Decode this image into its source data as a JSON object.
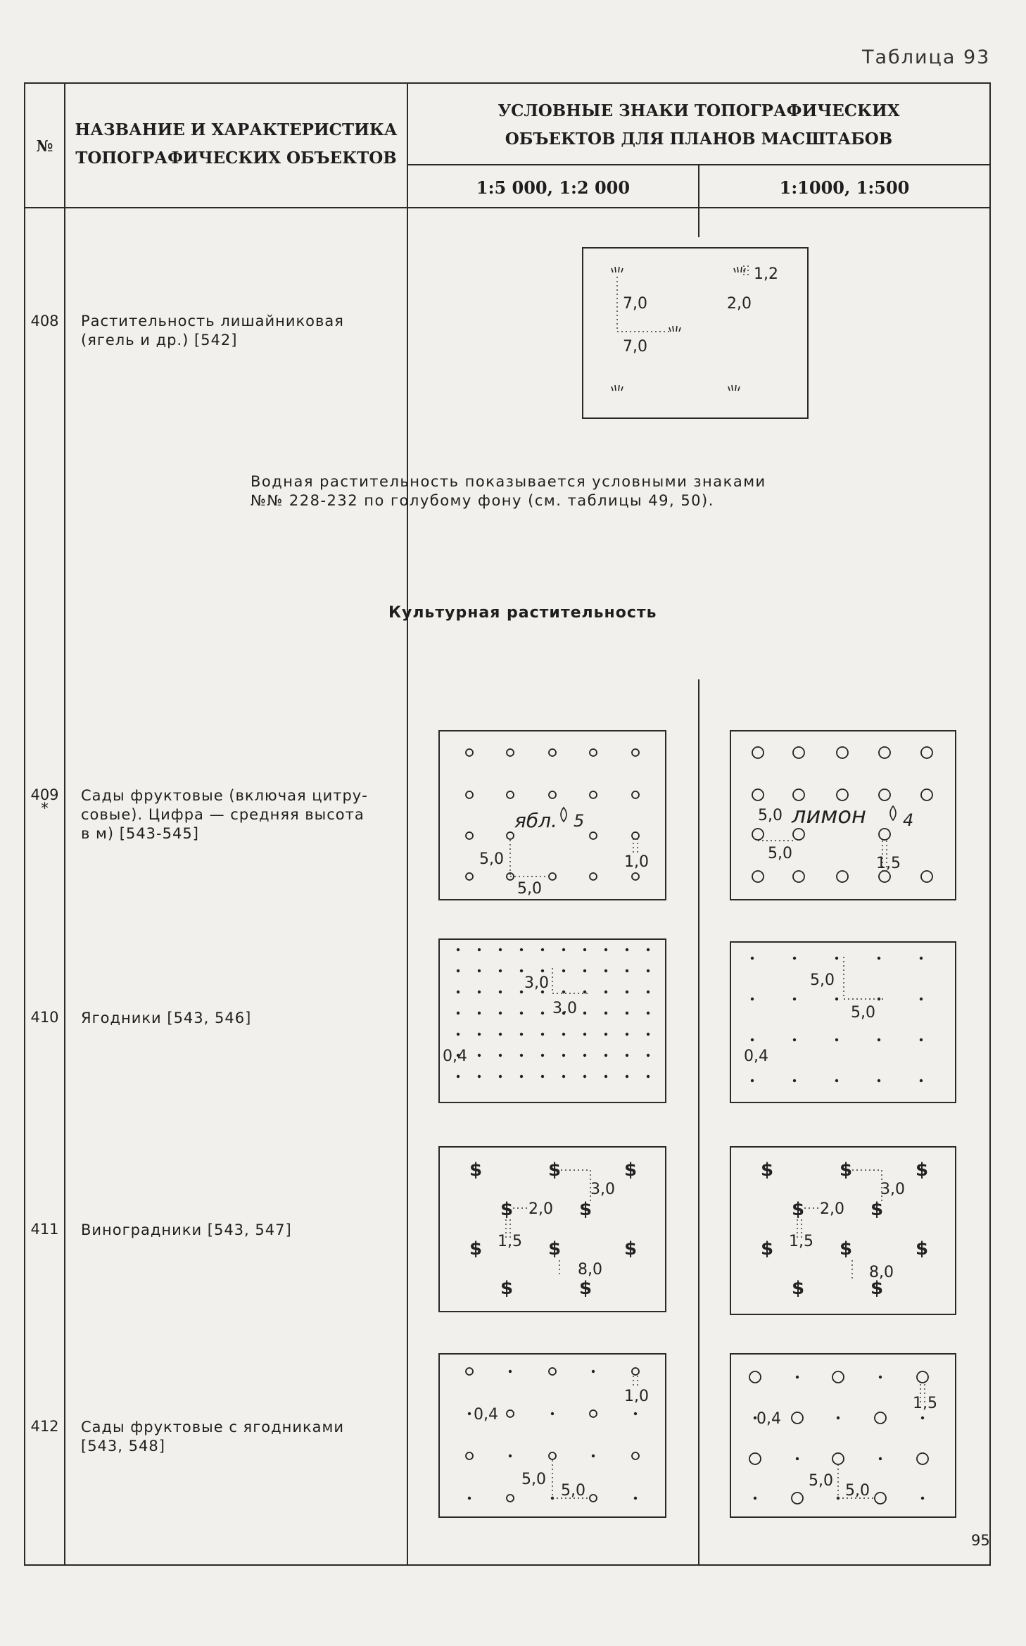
{
  "header": {
    "table_label": "Таблица 93",
    "col_no": "№",
    "col_name_line1": "НАЗВАНИЕ И ХАРАКТЕРИСТИКА",
    "col_name_line2": "ТОПОГРАФИЧЕСКИХ ОБЪЕКТОВ",
    "col_signs_line1": "УСЛОВНЫЕ ЗНАКИ ТОПОГРАФИЧЕСКИХ",
    "col_signs_line2": "ОБЪЕКТОВ ДЛЯ ПЛАНОВ МАСШТАБОВ",
    "scale_left": "1:5 000, 1:2 000",
    "scale_right": "1:1000, 1:500"
  },
  "rows": [
    {
      "number": "408",
      "marker": "",
      "name_lines": [
        "Растительность лишайниковая",
        "(ягель и др.)  [542]"
      ]
    },
    {
      "number": "409",
      "marker": "*",
      "name_lines": [
        "Сады фруктовые (включая цитру-",
        "совые). Цифра — средняя высота",
        "в м)  [543-545]"
      ]
    },
    {
      "number": "410",
      "marker": "",
      "name_lines": [
        "Ягодники  [543, 546]"
      ]
    },
    {
      "number": "411",
      "marker": "",
      "name_lines": [
        "Виноградники  [543, 547]"
      ]
    },
    {
      "number": "412",
      "marker": "",
      "name_lines": [
        "Сады фруктовые с ягодниками",
        "[543, 548]"
      ]
    }
  ],
  "notes": {
    "water_line1": "Водная растительность показывается условными знаками",
    "water_line2": "№№ 228-232 по голубому фону (см. таблицы 49, 50).",
    "section_title": "Культурная растительность"
  },
  "symbols": {
    "s408": {
      "d1": "1,2",
      "d2": "7,0",
      "d3": "2,0",
      "d4": "7,0"
    },
    "s409_left": {
      "word": "ябл.",
      "height": "5",
      "d1": "5,0",
      "d2": "1,0",
      "d3": "5,0"
    },
    "s409_right": {
      "word": "лимон",
      "height": "4",
      "d1": "5,0",
      "d2": "5,0",
      "d3": "1,5"
    },
    "s410_left": {
      "d1": "3,0",
      "d2": "3,0",
      "d3": "0,4"
    },
    "s410_right": {
      "d1": "5,0",
      "d2": "5,0",
      "d3": "0,4"
    },
    "s411_left": {
      "d1": "3,0",
      "d2": "2,0",
      "d3": "1,5",
      "d4": "8,0"
    },
    "s411_right": {
      "d1": "3,0",
      "d2": "2,0",
      "d3": "1,5",
      "d4": "8,0"
    },
    "s412_left": {
      "d1": "1,0",
      "d2": "0,4",
      "d3": "5,0",
      "d4": "5,0"
    },
    "s412_right": {
      "d1": "1,5",
      "d2": "0,4",
      "d3": "5,0",
      "d4": "5,0"
    },
    "vine_glyph": "$"
  },
  "footer": {
    "page_number": "95"
  }
}
